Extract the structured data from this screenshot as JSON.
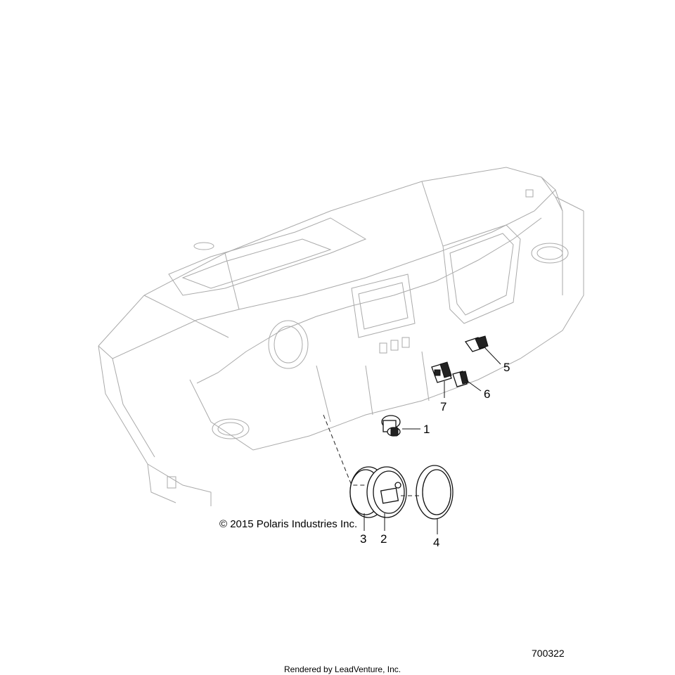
{
  "callouts": [
    {
      "id": "1",
      "label": "1"
    },
    {
      "id": "2",
      "label": "2"
    },
    {
      "id": "3",
      "label": "3"
    },
    {
      "id": "4",
      "label": "4"
    },
    {
      "id": "5",
      "label": "5"
    },
    {
      "id": "6",
      "label": "6"
    },
    {
      "id": "7",
      "label": "7"
    }
  ],
  "copyright": "© 2015 Polaris Industries Inc.",
  "drawing_number": "700322",
  "rendered_by": "Rendered by LeadVenture, Inc.",
  "colors": {
    "line_light": "#aaaaaa",
    "line_dark": "#111111",
    "background": "#ffffff"
  }
}
